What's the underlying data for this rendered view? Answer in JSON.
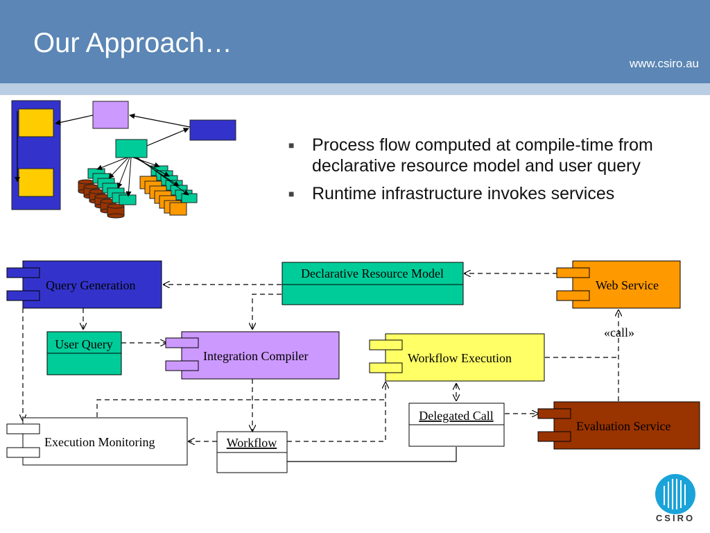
{
  "slide": {
    "title": "Our Approach…",
    "url": "www.csiro.au"
  },
  "bullets": [
    "Process flow computed at compile-time from declarative resource model and user query",
    "Runtime infrastructure invokes services"
  ],
  "diagram": {
    "components": {
      "query_generation": "Query Generation",
      "web_service": "Web Service",
      "integration_compiler": "Integration Compiler",
      "workflow_execution": "Workflow Execution",
      "execution_monitoring": "Execution Monitoring",
      "evaluation_service": "Evaluation Service"
    },
    "classes": {
      "declarative_resource_model": "Declarative Resource Model",
      "user_query": "User Query",
      "delegated_call": "Delegated Call",
      "workflow": "Workflow"
    },
    "stereotype_call": "«call»"
  },
  "logo": {
    "text": "CSIRO"
  },
  "colors": {
    "header": "#5b86b5",
    "header_strip": "#b9cde3",
    "component_blue": "#3333cc",
    "component_orange": "#ff9900",
    "component_lavender": "#cc99ff",
    "component_yellow": "#ffff66",
    "component_brown": "#993300",
    "class_teal": "#00cc99"
  }
}
